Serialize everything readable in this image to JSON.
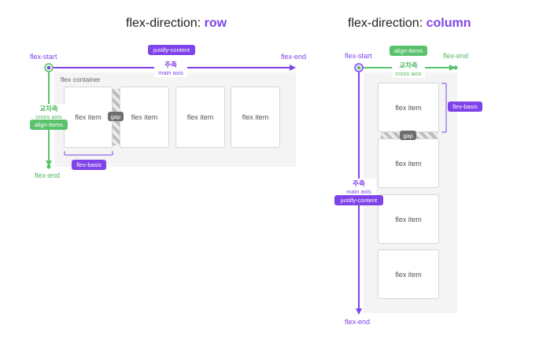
{
  "titles": {
    "row_prefix": "flex-direction: ",
    "row_value": "row",
    "column_prefix": "flex-direction: ",
    "column_value": "column"
  },
  "row_diagram": {
    "flex_start": "flex-start",
    "flex_end_main": "flex-end",
    "flex_end_cross": "flex-end",
    "justify_content": "justify-content",
    "main_axis_ko": "주축",
    "main_axis_en": "main axis",
    "cross_axis_ko": "교차축",
    "cross_axis_en": "cross axis",
    "align_items": "align-items",
    "container_label": "flex container",
    "gap": "gap",
    "flex_basis": "flex-basis",
    "items": [
      "flex item",
      "flex item",
      "flex item",
      "flex item"
    ]
  },
  "column_diagram": {
    "flex_start": "flex-start",
    "flex_end_cross": "flex-end",
    "flex_end_main": "flex-end",
    "align_items": "align-items",
    "cross_axis_ko": "교차축",
    "cross_axis_en": "cross axis",
    "main_axis_ko": "주축",
    "main_axis_en": "main axis",
    "justify_content": "justify-content",
    "flex_basis": "flex-basis",
    "gap": "gap",
    "items": [
      "flex item",
      "flex item",
      "flex item",
      "flex item"
    ]
  },
  "colors": {
    "main_axis": "#7f43ea",
    "cross_axis": "#5ac26c",
    "container": "#f4f4f4",
    "gap_badge": "#6e6e6e"
  }
}
